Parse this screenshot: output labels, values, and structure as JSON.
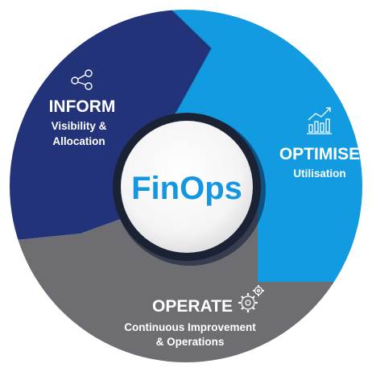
{
  "center": {
    "label": "FinOps"
  },
  "segments": [
    {
      "id": "inform",
      "title": "INFORM",
      "subtitle_lines": [
        "Visibility &",
        "Allocation"
      ],
      "icon": "share-nodes-icon",
      "color": "#22337a"
    },
    {
      "id": "optimise",
      "title": "OPTIMISE",
      "subtitle_lines": [
        "Utilisation"
      ],
      "icon": "bar-chart-growth-icon",
      "color": "#139be2"
    },
    {
      "id": "operate",
      "title": "OPERATE",
      "subtitle_lines": [
        "Continuous Improvement",
        "& Operations"
      ],
      "icon": "gears-icon",
      "color": "#6e6e72"
    }
  ]
}
